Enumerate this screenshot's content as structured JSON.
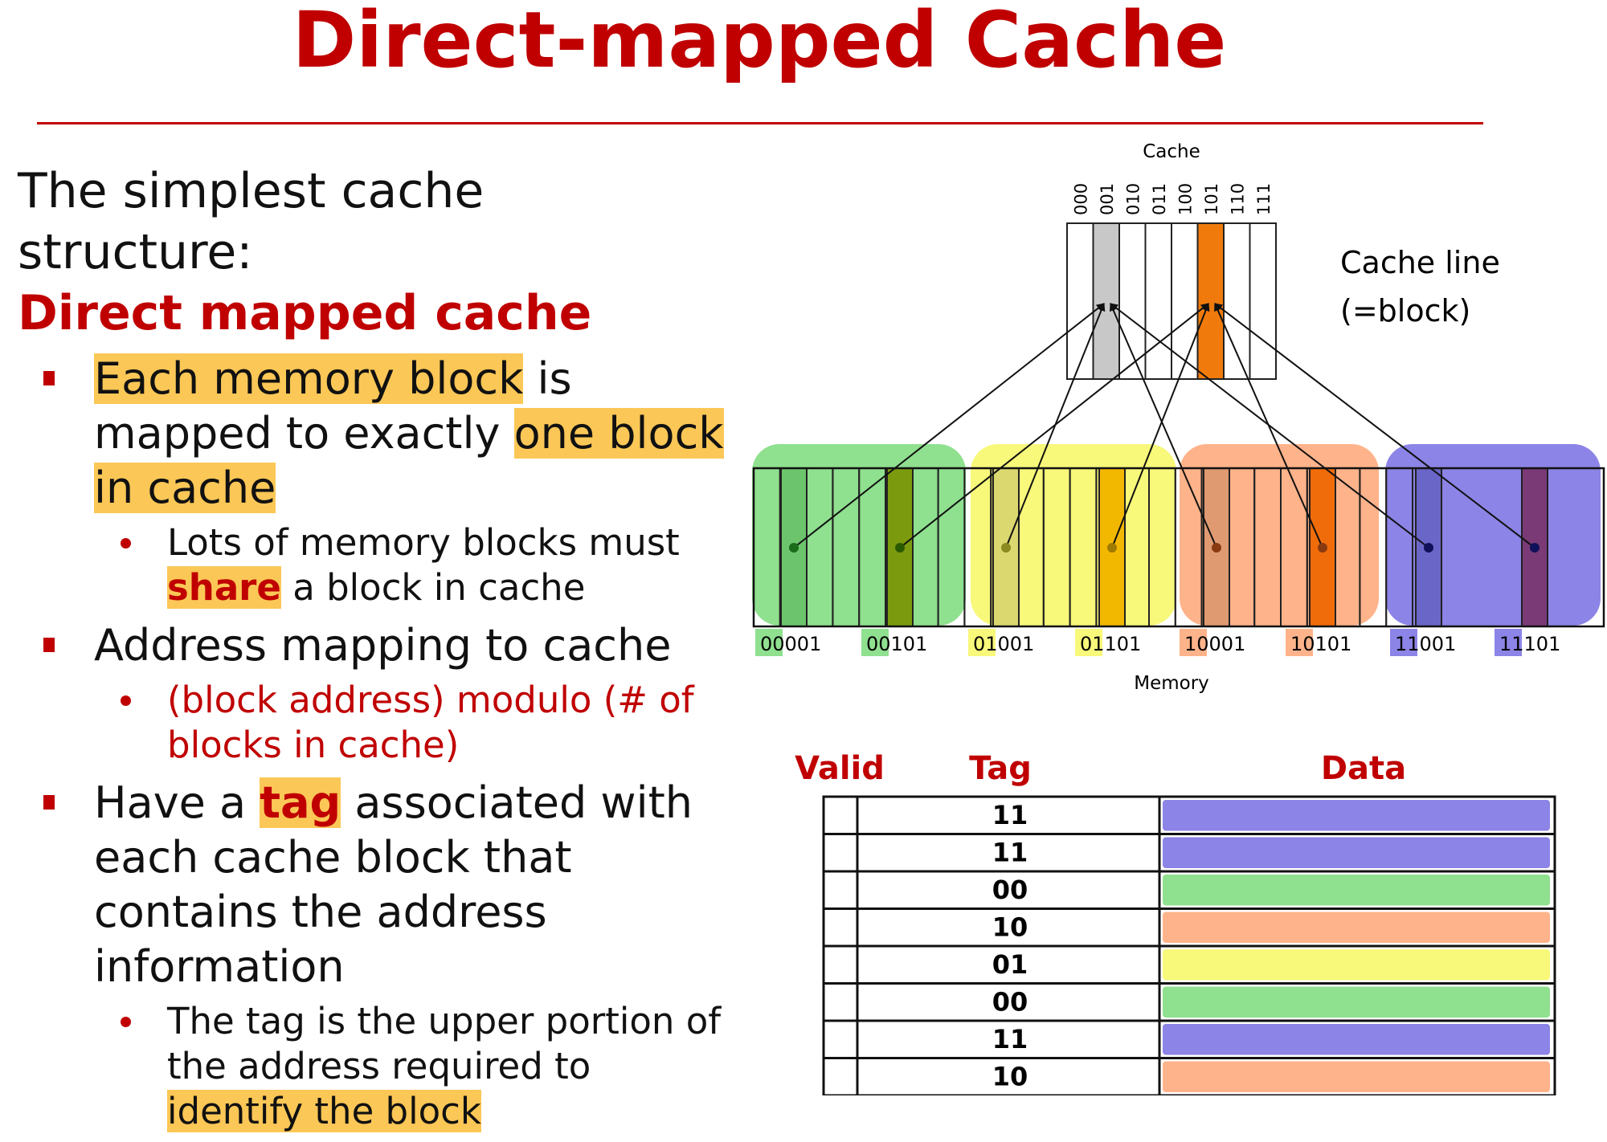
{
  "title": "Direct-mapped Cache",
  "left": {
    "intro": "The simplest cache structure:",
    "intro_sub": "Direct mapped cache",
    "b1a": {
      "hl1": "Each memory block",
      "t2": " is mapped to exactly ",
      "hl2": "one block in cache"
    },
    "b1a_sub": {
      "hl": "share",
      "t": " a block in cache",
      "pre": "Lots of memory blocks must "
    },
    "b1b": "Address mapping to cache",
    "b1b_sub": "(block address) modulo (# of blocks in cache)",
    "b1c": {
      "t1": "Have a ",
      "hl": "tag",
      "t2": " associated with each cache block that contains the address information"
    },
    "b1c_sub": {
      "t": "The tag is the upper portion of the address required to ",
      "hl": "identify the block"
    }
  },
  "diagram": {
    "cache_label": "Cache",
    "cache_line_label_1": "Cache line",
    "cache_line_label_2": "(=block)",
    "memory_label": "Memory",
    "cache_indices": [
      "000",
      "001",
      "010",
      "011",
      "100",
      "101",
      "110",
      "111"
    ],
    "memory_labels": [
      {
        "prefix": "00",
        "suffix": "001",
        "color": "#8fe08f"
      },
      {
        "prefix": "00",
        "suffix": "101",
        "color": "#8fe08f"
      },
      {
        "prefix": "01",
        "suffix": "001",
        "color": "#f8f87a"
      },
      {
        "prefix": "01",
        "suffix": "101",
        "color": "#f8f87a"
      },
      {
        "prefix": "10",
        "suffix": "001",
        "color": "#ffb38a"
      },
      {
        "prefix": "10",
        "suffix": "101",
        "color": "#ffb38a"
      },
      {
        "prefix": "11",
        "suffix": "001",
        "color": "#8c84e6"
      },
      {
        "prefix": "11",
        "suffix": "101",
        "color": "#8c84e6"
      }
    ],
    "groups": [
      {
        "fill": "#8fe08f",
        "dark1": "#6cc46c",
        "dark2": "#7c9a0e"
      },
      {
        "fill": "#f8f87a",
        "dark1": "#dcd870",
        "dark2": "#f2b800"
      },
      {
        "fill": "#ffb38a",
        "dark1": "#e09a72",
        "dark2": "#f06c0a"
      },
      {
        "fill": "#8c84e6",
        "dark1": "#6a66c8",
        "dark2": "#7a3a76"
      }
    ]
  },
  "table": {
    "headers": {
      "valid": "Valid",
      "tag": "Tag",
      "data": "Data"
    },
    "rows": [
      {
        "tag": "11",
        "color": "#8c84e6"
      },
      {
        "tag": "11",
        "color": "#8c84e6"
      },
      {
        "tag": "00",
        "color": "#8fe08f"
      },
      {
        "tag": "10",
        "color": "#ffb38a"
      },
      {
        "tag": "01",
        "color": "#f8f87a"
      },
      {
        "tag": "00",
        "color": "#8fe08f"
      },
      {
        "tag": "11",
        "color": "#8c84e6"
      },
      {
        "tag": "10",
        "color": "#ffb38a"
      }
    ]
  }
}
